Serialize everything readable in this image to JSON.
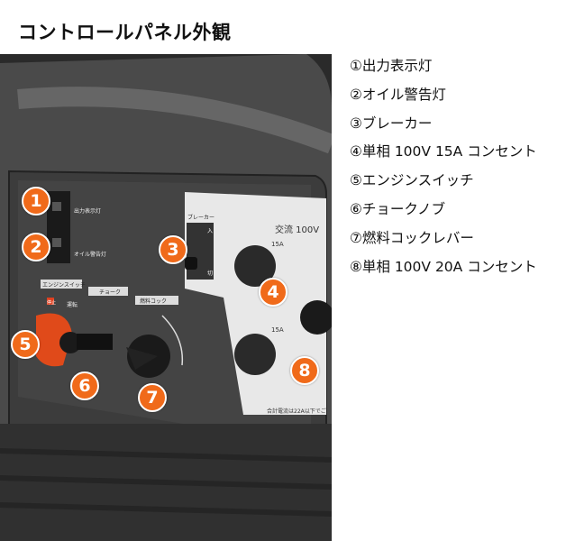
{
  "title": "コントロールパネル外観",
  "legend": [
    "①出力表示灯",
    "②オイル警告灯",
    "③ブレーカー",
    "④単相 100V 15A コンセント",
    "⑤エンジンスイッチ",
    "⑥チョークノブ",
    "⑦燃料コックレバー",
    "⑧単相 100V 20A コンセント"
  ],
  "callouts": [
    "1",
    "2",
    "3",
    "4",
    "5",
    "6",
    "7",
    "8"
  ],
  "panel_labels": {
    "output_lamp": "出力表示灯",
    "oil_lamp": "オイル警告灯",
    "engine_switch": "エンジンスイッチ",
    "stop": "停止",
    "run": "運転",
    "choke": "チョーク",
    "fuel_cock": "燃料コック",
    "breaker": "ブレーカー",
    "on": "入",
    "off": "切",
    "ac": "交流 100V",
    "amp1": "15A",
    "amp2": "15A",
    "note": "合計電流は22A以下でご"
  },
  "colors": {
    "callout": "#f06a1a",
    "panel": "#3a3a3a",
    "plate": "#e8e8e8"
  }
}
